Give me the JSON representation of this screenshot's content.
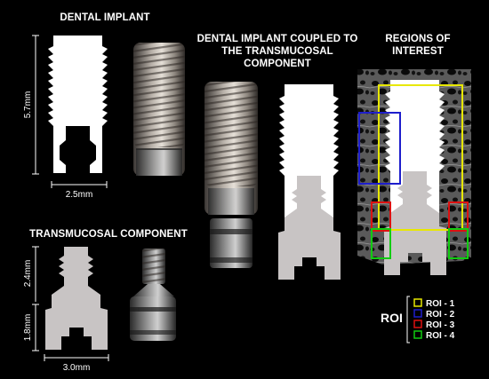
{
  "titles": {
    "implant": "DENTAL IMPLANT",
    "coupled_line1": "DENTAL IMPLANT COUPLED TO",
    "coupled_line2": "THE TRANSMUCOSAL COMPONENT",
    "roi_line1": "REGIONS OF",
    "roi_line2": "INTEREST",
    "transmucosal": "TRANSMUCOSAL COMPONENT"
  },
  "dimensions": {
    "implant_height": "5.7mm",
    "implant_width": "2.5mm",
    "tm_upper_height": "2.4mm",
    "tm_lower_height": "1.8mm",
    "tm_width": "3.0mm"
  },
  "legend": {
    "title": "ROI",
    "items": [
      {
        "label": "ROI - 1",
        "color": "#e8e800"
      },
      {
        "label": "ROI - 2",
        "color": "#1e1ecc"
      },
      {
        "label": "ROI - 3",
        "color": "#dd1111"
      },
      {
        "label": "ROI - 4",
        "color": "#11cc11"
      }
    ]
  },
  "colors": {
    "implant_white": "#ffffff",
    "component_gray": "#c8c4c4",
    "background": "#000000"
  }
}
